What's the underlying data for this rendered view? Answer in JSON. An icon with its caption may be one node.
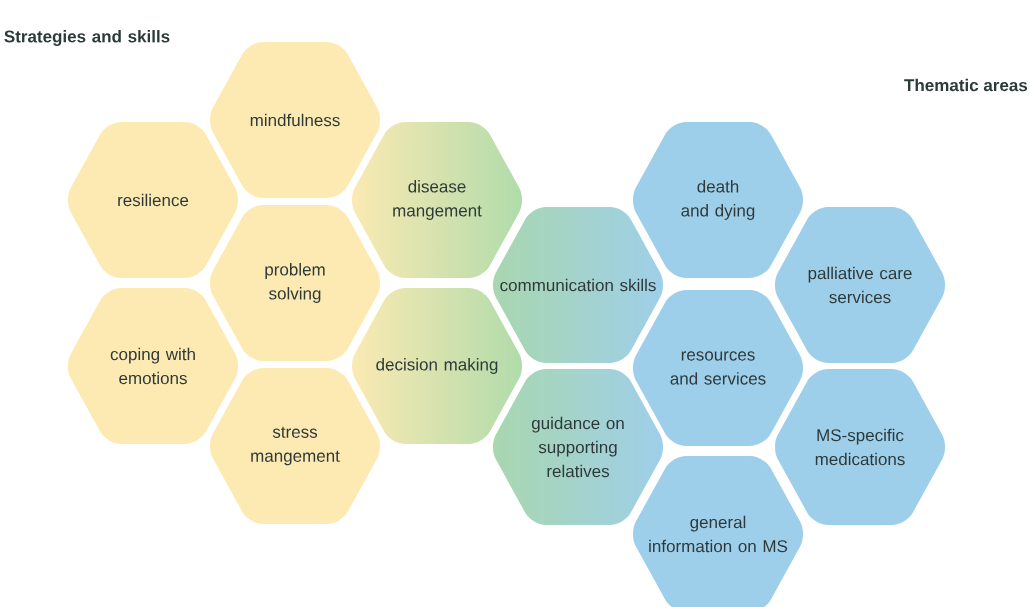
{
  "diagram": {
    "nodes": [
      {
        "text": [
          "mindfulness"
        ]
      },
      {
        "text": [
          "resilience"
        ]
      },
      {
        "text": [
          "disease mangement"
        ]
      },
      {
        "text": [
          "death and dying"
        ]
      },
      {
        "text": [
          "problem solving"
        ]
      },
      {
        "text": [
          "communication skills"
        ]
      },
      {
        "text": [
          "palliative care services"
        ]
      },
      {
        "text": [
          "coping with emotions"
        ]
      },
      {
        "text": [
          "decision making"
        ]
      },
      {
        "text": [
          "resources and services"
        ]
      },
      {
        "text": [
          "stress mangement"
        ]
      },
      {
        "text": [
          "guidance on supporting relatives"
        ]
      },
      {
        "text": [
          "MS-specific medications"
        ]
      },
      {
        "text": [
          "general information on MS"
        ]
      }
    ],
    "labels": [
      "Strategies and skills",
      "Thematic areas"
    ]
  }
}
